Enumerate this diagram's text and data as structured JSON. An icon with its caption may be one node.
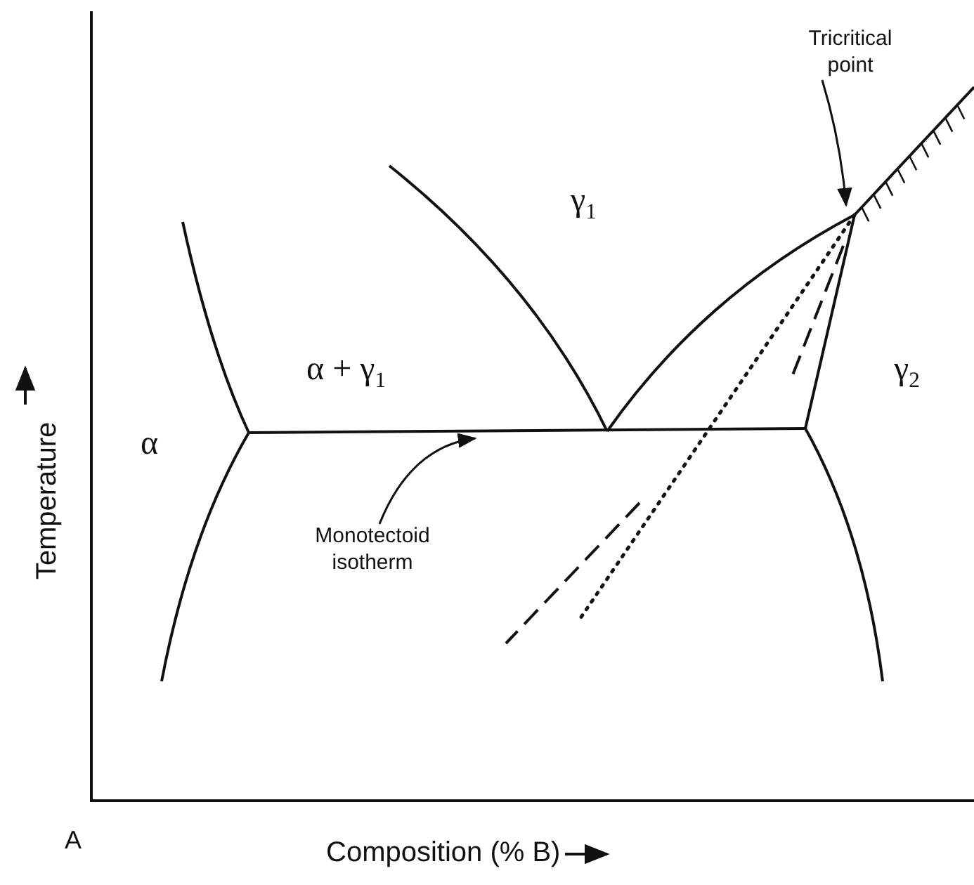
{
  "diagram": {
    "nodes": [
      {
        "text": [
          "Tricritical point"
        ]
      },
      {
        "text": [
          "Monotectoid isotherm"
        ]
      }
    ],
    "edges": [
      {
        "from": 0,
        "to": null,
        "arrow": "to"
      },
      {
        "from": 1,
        "to": null,
        "arrow": "to"
      }
    ],
    "labels": [
      "γ$_{1}$",
      "α + γ$_{1}$",
      "α",
      "γ$_{2}$",
      "Temperature",
      "A",
      "Composition (% B)"
    ]
  }
}
